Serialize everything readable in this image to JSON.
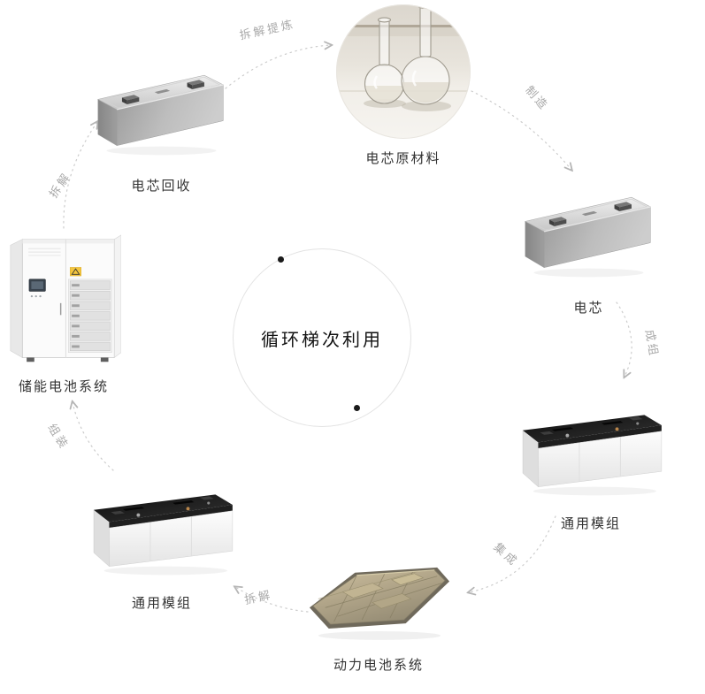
{
  "center": {
    "label": "循环梯次利用"
  },
  "nodes": {
    "cell_recycling": {
      "label": "电芯回收",
      "image": "battery-cell"
    },
    "raw_materials": {
      "label": "电芯原材料",
      "image": "glass-flasks-photo"
    },
    "cell": {
      "label": "电芯",
      "image": "battery-cell"
    },
    "module_right": {
      "label": "通用模组",
      "image": "battery-module"
    },
    "power_battery_system": {
      "label": "动力电池系统",
      "image": "battery-pack-tray"
    },
    "module_left": {
      "label": "通用模组",
      "image": "battery-module"
    },
    "storage_system": {
      "label": "储能电池系统",
      "image": "storage-cabinet"
    }
  },
  "edges": {
    "recycle_to_raw": {
      "label": "拆解提炼"
    },
    "raw_to_cell": {
      "label": "制造"
    },
    "cell_to_module": {
      "label": "成组"
    },
    "module_to_pack": {
      "label": "集成"
    },
    "pack_to_module": {
      "label": "拆解"
    },
    "module_to_storage": {
      "label": "组装"
    },
    "storage_to_recycle": {
      "label": "拆解"
    }
  },
  "colors": {
    "background": "#ffffff",
    "arc": "#cccccc",
    "edge_label": "#a9a9a9",
    "node_label": "#333333",
    "center_circle_border": "#e3e3e3",
    "warning_sticker": "#f4c63e"
  }
}
